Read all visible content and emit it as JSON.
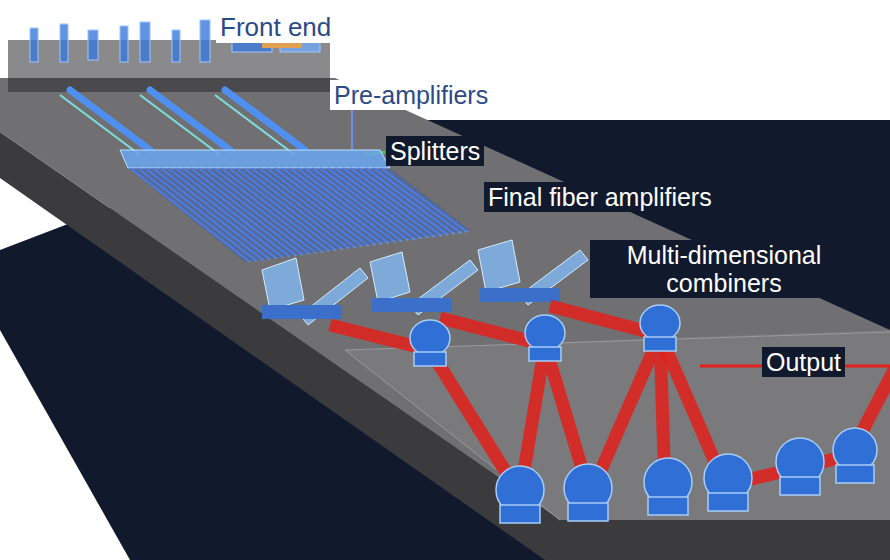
{
  "diagram": {
    "labels": [
      "Front end",
      "Pre-amplifiers",
      "Splitters",
      "Final fiber amplifiers",
      "Multi-dimensional combiners",
      "Output"
    ]
  }
}
